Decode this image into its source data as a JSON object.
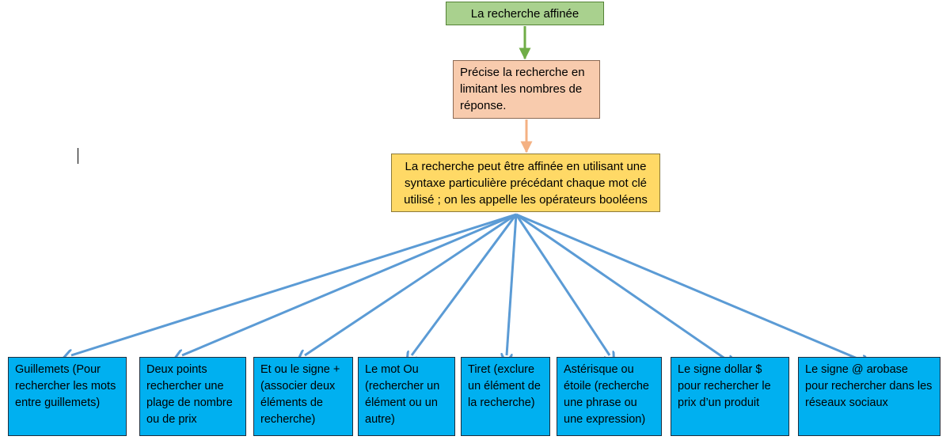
{
  "nodes": {
    "title": "La recherche affinée",
    "precise": "Précise la recherche en limitant les nombres de réponse.",
    "syntax": "La recherche peut être affinée en utilisant une syntaxe particulière précédant chaque mot clé utilisé ; on les appelle les opérateurs booléens"
  },
  "operators": [
    "Guillemets (Pour rechercher les mots entre guillemets)",
    "Deux points rechercher une plage de nombre ou de prix",
    "Et ou le signe + (associer deux éléments de recherche)",
    "Le mot Ou (rechercher un élément ou un autre)",
    "Tiret (exclure un élément de la recherche)",
    "Astérisque ou étoile (recherche une phrase ou une expression)",
    "Le signe dollar $ pour rechercher le prix d’un produit",
    "Le signe @ arobase pour rechercher dans les réseaux sociaux"
  ],
  "colors": {
    "title_fill": "#a9d18e",
    "title_arrow": "#70ad47",
    "precise_fill": "#f8cbad",
    "precise_arrow": "#f4b183",
    "syntax_fill": "#ffd966",
    "leaf_fill": "#00b0f0",
    "branch_arrow": "#5b9bd5"
  }
}
